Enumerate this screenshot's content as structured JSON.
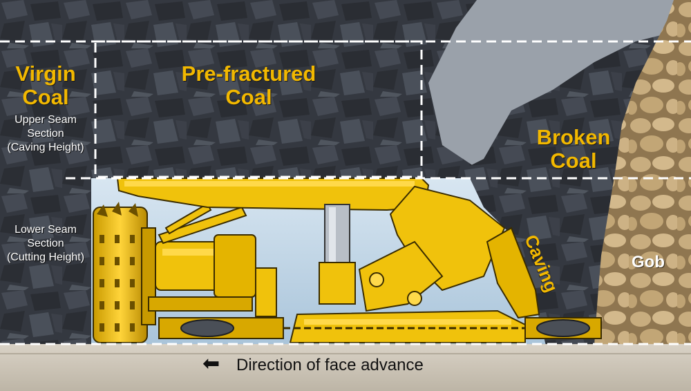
{
  "labels": {
    "virgin_coal": [
      "Virgin",
      "Coal"
    ],
    "upper_seam": [
      "Upper Seam",
      "Section",
      "(Caving Height)"
    ],
    "lower_seam": [
      "Lower Seam",
      "Section",
      "(Cutting Height)"
    ],
    "pre_fractured": [
      "Pre-fractured",
      "Coal"
    ],
    "broken_coal": [
      "Broken",
      "Coal"
    ],
    "caving": "Caving",
    "gob": "Gob",
    "direction": "Direction of face advance"
  },
  "icons": {
    "direction_arrow": "arrow-left-icon"
  },
  "colors": {
    "coal": "#3a3f48",
    "coal_dark": "#23262c",
    "coal_light": "#5a606a",
    "gob": "#c8ad7f",
    "gob_dark": "#8f7650",
    "sky": "#c9dceb",
    "cavity_gray": "#9aa1aa",
    "machine_yellow": "#f0c20c",
    "machine_shadow": "#b88a00",
    "floor": "#cfc8bc",
    "label_yellow": "#f2b800",
    "dash": "#ffffff"
  }
}
